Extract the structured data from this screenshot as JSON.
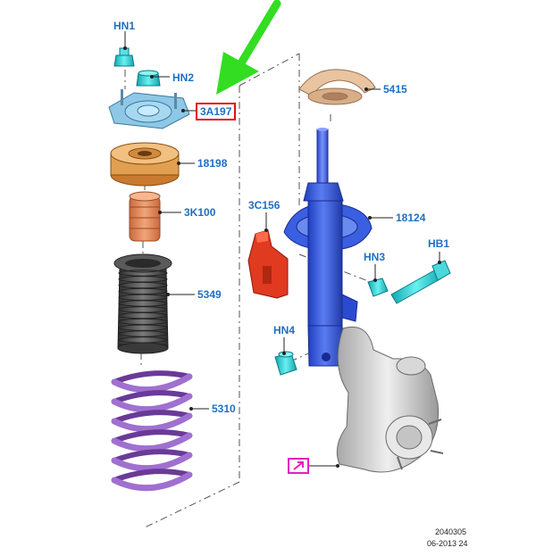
{
  "labels": {
    "hn1": "HN1",
    "hn2": "HN2",
    "a3a197": "3A197",
    "p18198": "18198",
    "p3k100": "3K100",
    "p5349": "5349",
    "p5310": "5310",
    "p5415": "5415",
    "p3c156": "3C156",
    "p18124": "18124",
    "hb1": "HB1",
    "hn3": "HN3",
    "hn4": "HN4"
  },
  "footer": {
    "code": "2040305",
    "date": "06-2013 24"
  },
  "colors": {
    "label": "#1f6fc4",
    "highlight_box": "#e01010",
    "arrow": "#33dd22",
    "callout": "#e020c0",
    "strut": "#3a5fe0",
    "spring": "#a070d0",
    "bellows": "#4a4a4a",
    "bump_stop": "#e08a5a",
    "bearing": "#e0a050",
    "mount": "#8ec8e6",
    "fastener": "#3ad8d8",
    "bracket": "#e03a20",
    "knuckle": "#d4d4d4"
  },
  "icons": {
    "pointer": "green-arrow-icon",
    "callout": "callout-marker-icon"
  }
}
